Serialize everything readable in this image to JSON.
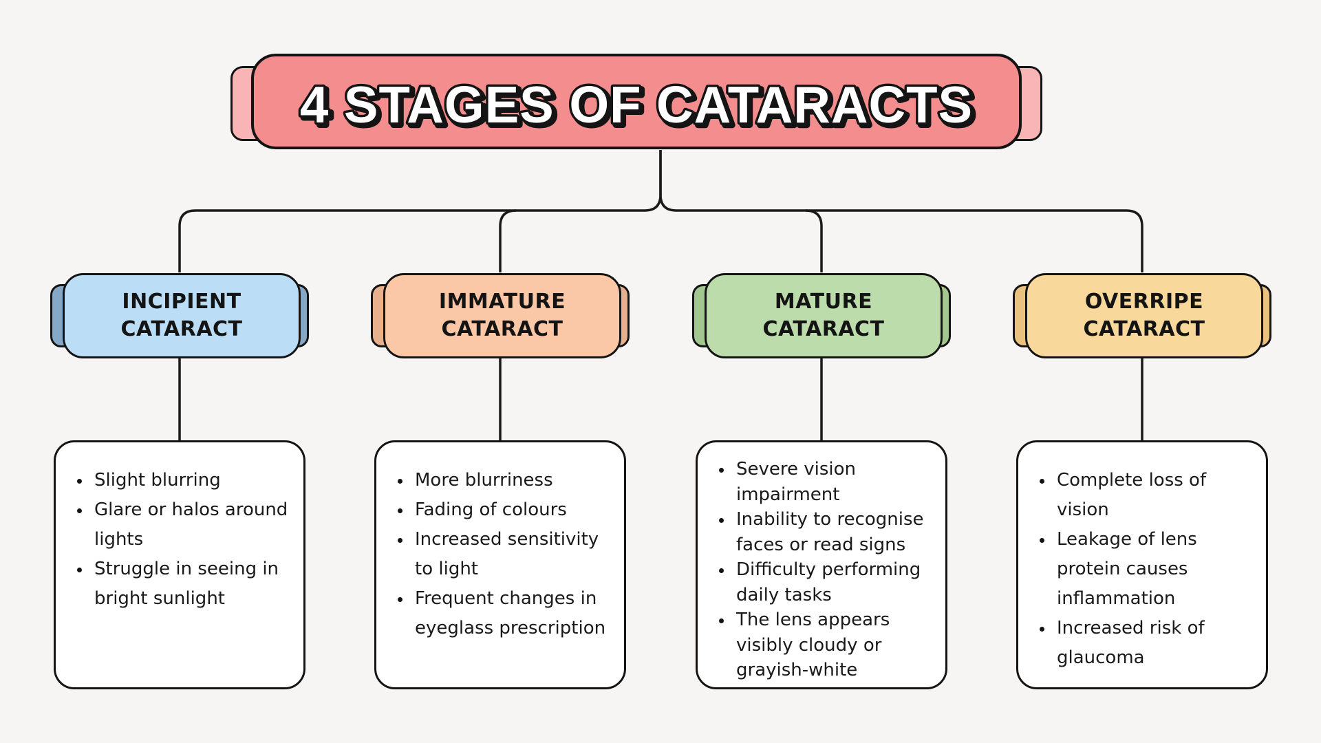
{
  "title": "4 STAGES OF CATARACTS",
  "colors": {
    "background": "#F7F5F3",
    "line": "#1A1A1A",
    "banner": "#F48D8D",
    "banner_tab": "#F9B4B5",
    "title_fill": "#FFFFFF",
    "title_outline": "#141414"
  },
  "stages": [
    {
      "name": "INCIPIENT\nCATARACT",
      "color": "#BBDDF5",
      "tab_color": "#85A8C6",
      "bullets": [
        "Slight blurring",
        "Glare or halos around\nlights",
        "Struggle in seeing in\nbright sunlight"
      ]
    },
    {
      "name": "IMMATURE\nCATARACT",
      "color": "#FAC8A6",
      "tab_color": "#E8B18E",
      "bullets": [
        "More blurriness",
        "Fading of colours",
        "Increased sensitivity\nto light",
        "Frequent changes in\neyeglass prescription"
      ]
    },
    {
      "name": "MATURE\nCATARACT",
      "color": "#BCDCAB",
      "tab_color": "#A2C78F",
      "bullets": [
        "Severe vision\nimpairment",
        "Inability to recognise\nfaces or read signs",
        "Difficulty performing\ndaily tasks",
        "The lens appears\nvisibly cloudy or\ngrayish-white"
      ]
    },
    {
      "name": "OVERRIPE\nCATARACT",
      "color": "#F8D89B",
      "tab_color": "#E9C27F",
      "bullets": [
        "Complete loss of\nvision",
        "Leakage of lens\nprotein causes\ninflammation",
        "Increased risk of\nglaucoma"
      ]
    }
  ]
}
